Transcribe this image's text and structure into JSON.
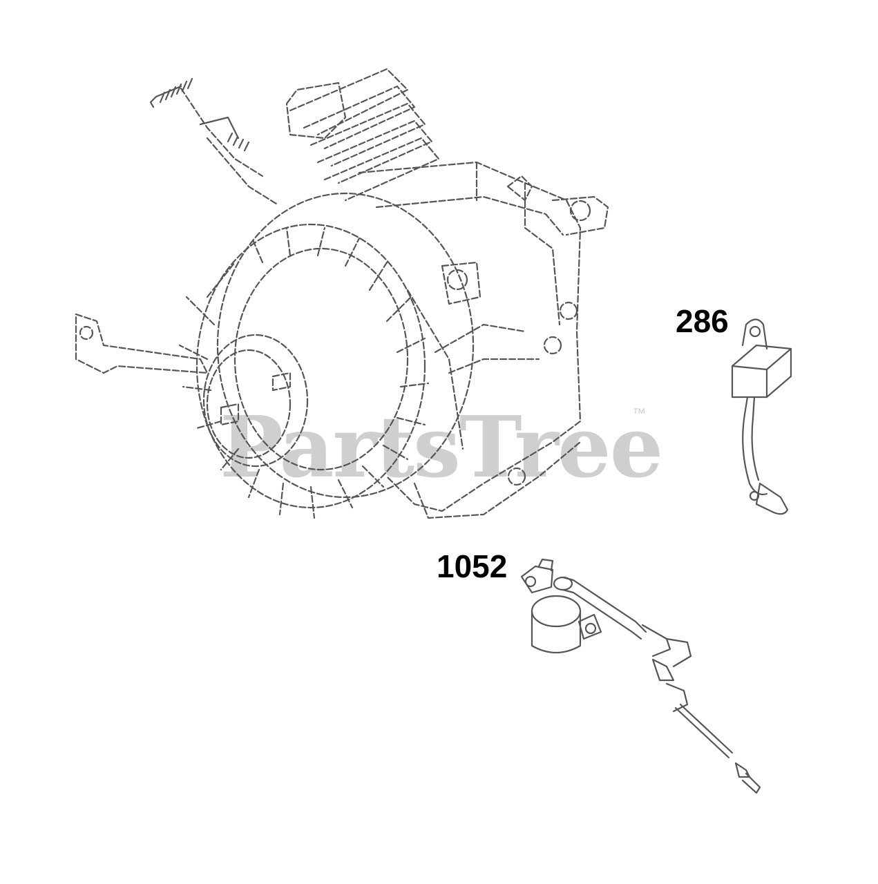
{
  "callouts": {
    "part_286": "286",
    "part_1052": "1052"
  },
  "watermark": {
    "text": "PartsTree",
    "trademark": "™"
  },
  "colors": {
    "line": "#555555",
    "callout": "#000000",
    "watermark": "#cfcfcf"
  }
}
